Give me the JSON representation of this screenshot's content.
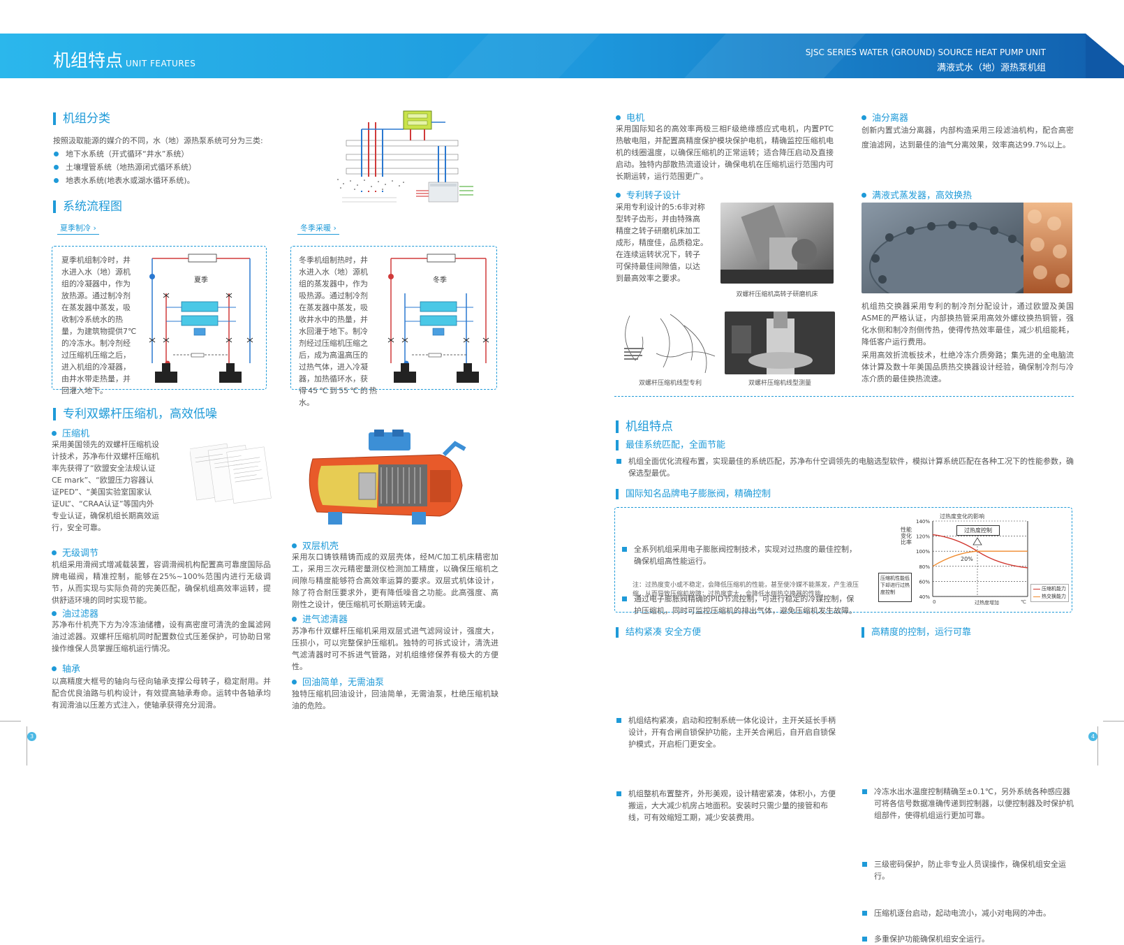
{
  "header": {
    "title_cn": "机组特点",
    "title_en": "UNIT FEATURES",
    "series_en": "SJSC SERIES WATER (GROUND) SOURCE HEAT PUMP UNIT",
    "series_cn": "满液式水（地）源热泵机组"
  },
  "classify": {
    "title": "机组分类",
    "intro": "按照汲取能源的媒介的不同，水（地）源热泵系统可分为三类:",
    "items": [
      "地下水系统（开式循环“井水”系统）",
      "土壤埋管系统（地热源闭式循环系统）",
      "地表水系统(地表水或湖水循环系统)。"
    ]
  },
  "flow": {
    "title": "系统流程图",
    "summer_tag": "夏季制冷",
    "winter_tag": "冬季采暖",
    "summer_lines": [
      "夏季机组制冷时，井",
      "水进入水（地）源机",
      "组的冷凝器中，作为",
      "放热源。通过制冷剂",
      "在蒸发器中蒸发，吸",
      "收制冷系统水的热",
      "量，为建筑物提供7℃",
      "的冷冻水。制冷剂经",
      "过压缩机压缩之后，",
      "进入机组的冷凝器，",
      "由井水带走热量，并",
      "回灌入地下。"
    ],
    "winter_lines": [
      "冬季机组制热时，井",
      "水进入水（地）源机",
      "组的蒸发器中，作为",
      "吸热源。通过制冷剂",
      "在蒸发器中蒸发，吸",
      "收井水中的热量，并",
      "水回灌于地下。制冷",
      "剂经过压缩机压缩之",
      "后，成为高温高压的",
      "过热气体，进入冷凝",
      "器，加热循环水，获",
      "得45℃到55℃的热水。"
    ],
    "summer_label": "夏季",
    "winter_label": "冬季"
  },
  "compressor": {
    "title": "专利双螺杆压缩机，高效低噪",
    "s1_title": "压缩机",
    "s1_lines": [
      "采用美国领先的双螺杆压缩机设",
      "计技术，苏净布什双螺杆压缩机",
      "率先获得了“欧盟安全法规认证",
      "CE mark”、“欧盟压力容器认",
      "证PED”、“美国实验室国家认",
      "证UL”、“CRAA认证”等国内外",
      "专业认证，确保机组长期高效运",
      "行，安全可靠。"
    ],
    "s2_title": "无级调节",
    "s2_text": "机组采用滑阀式增减载装置，容调滑阀机构配置高可靠度国际品牌电磁阀，精准控制，能够在25%~100%范围内进行无级调节，从而实现与实际负荷的完美匹配，确保机组高效率运转，提供舒适环境的同时实现节能。",
    "s3_title": "油过滤器",
    "s3_text": "苏净布什机壳下方为冷冻油储槽，设有高密度可清洗的金属滤网油过滤器。双螺杆压缩机同时配置数位式压差保护，可协助日常操作维保人员掌握压缩机运行情况。",
    "s4_title": "轴承",
    "s4_text": "以高精度大框号的轴向与径向轴承支撑公母转子，稳定耐用。并配合优良油路与机构设计，有效提高轴承寿命。运转中各轴承均有润滑油以压差方式注入，使轴承获得充分润滑。",
    "s5_title": "双层机壳",
    "s5_text": "采用灰口铸铁精铸而成的双层壳体，经M/C加工机床精密加工，采用三次元精密量测仪检测加工精度，以确保压缩机之间隙与精度能够符合高效率运算的要求。双层式机体设计，除了符合耐压要求外，更有降低噪音之功能。此高强度、高刚性之设计，使压缩机可长期运转无虞。",
    "s6_title": "进气滤清器",
    "s6_text": "苏净布什双螺杆压缩机采用双层式进气滤网设计，强度大，压损小，可以完整保护压缩机。独特的可拆式设计，清洗进气滤清器时可不拆进气管路，对机组维修保养有极大的方便性。",
    "s7_title": "回油简单，无需油泵",
    "s7_text": "独特压缩机回油设计，回油简单，无需油泵，杜绝压缩机缺油的危险。"
  },
  "motor": {
    "title": "电机",
    "text": "采用国际知名的高效率两极三相F级绝缘感应式电机，内置PTC热敏电阻，并配置高精度保护模块保护电机，精确监控压缩机电机的线圈温度，以确保压缩机的正常运转；适合降压启动及直接启动。独特内部散热流道设计，确保电机在压缩机运行范围内可长期运转，运行范围更广。"
  },
  "rotor": {
    "title": "专利转子设计",
    "lines": [
      "采用专利设计的5:6非对称",
      "型转子齿形，并由特殊高",
      "精度之转子研磨机床加工",
      "成形，精度佳，品质稳定。",
      "在连续运转状况下，转子",
      "可保持最佳间隙值，以达",
      "到最高效率之要求。"
    ],
    "cap1": "双螺杆压缩机高转子研磨机床",
    "cap2": "双螺杆压缩机线型专利",
    "cap3": "双螺杆压缩机线型测量"
  },
  "oilsep": {
    "title": "油分离器",
    "text": "创新内置式油分离器，内部构造采用三段滤油机构，配合高密度油滤网，达到最佳的油气分离效果，效率高达99.7%以上。"
  },
  "evap": {
    "title": "满液式蒸发器，高效换热",
    "text1": "机组热交换器采用专利的制冷剂分配设计，通过欧盟及美国ASME的严格认证，内部换热管采用高效外螺纹换热铜管，强化水侧和制冷剂侧传热，使得传热效率最佳，减少机组能耗，降低客户运行费用。",
    "text2": "采用高效折流板技术，杜绝冷冻介质旁路；集先进的全电脑流体计算及数十年美国品质热交换器设计经验，确保制冷剂与冷冻介质的最佳换热流速。"
  },
  "features": {
    "title": "机组特点",
    "f1_title": "最佳系统匹配，全面节能",
    "f1_text": "机组全面优化流程布置，实现最佳的系统匹配，苏净布什空调领先的电脑选型软件，模拟计算系统匹配在各种工况下的性能参数，确保选型最优。",
    "f2_title": "国际知名品牌电子膨胀阀，精确控制",
    "f2_i1": "全系列机组采用电子膨胀阀控制技术，实现对过热度的最佳控制，确保机组高性能运行。",
    "f2_i2": "通过电子膨胀阀精确的PID节流控制，可进行稳定的冷媒控制，保护压缩机，同时可监控压缩机的排出气体，避免压缩机发生故障。",
    "f2_note": "注：过热度变小或不稳定，会降低压缩机的性能，甚至使冷媒不能蒸发，产生液压缩，从而导致压缩机故障；过热度变大，会降低水侧热交换器的性能。",
    "f3_title": "结构紧凑 安全方便",
    "f3_i1": "机组结构紧凑，启动和控制系统一体化设计，主开关延长手柄设计，开有合闸自锁保护功能，主开关合闸后，自开启自锁保护模式，开启柜门更安全。",
    "f3_i2": "机组整机布置整齐，外形美观，设计精密紧凑，体积小，方便搬运，大大减少机房占地面积。安装时只需少量的接管和布线，可有效缩短工期，减少安装费用。",
    "f4_title": "高精度的控制，运行可靠",
    "f4_i1": "冷冻水出水温度控制精确至±0.1℃，另外系统各种感应器可将各信号数据准确传递到控制器，以便控制器及时保护机组部件，使得机组运行更加可靠。",
    "f4_i2": "三级密码保护，防止非专业人员误操作，确保机组安全运行。",
    "f4_i3": "压缩机逐台启动，起动电流小，减小对电网的冲击。",
    "f4_i4": "多重保护功能确保机组安全运行。"
  },
  "chart_data": {
    "type": "line",
    "title": "过热度变化的影响",
    "xlabel": "过热度增加",
    "ylabel": "性能变化比率",
    "yticks": [
      "140%",
      "120%",
      "100%",
      "80%",
      "60%",
      "40%"
    ],
    "ylim": [
      40,
      140
    ],
    "x_start": "0",
    "x_end": "℃",
    "callout": "过热度控制",
    "callout_value": "20%",
    "side_note": "压缩机性能低下却进行过热度控制",
    "series": [
      {
        "name": "压缩机能力",
        "color": "#d0342c"
      },
      {
        "name": "热交换能力",
        "color": "#f08a2c"
      }
    ]
  },
  "pages": {
    "left": "3",
    "right": "4"
  },
  "colors": {
    "accent": "#1e9ad8",
    "header_light": "#27b5ea",
    "header_dark": "#1268b3"
  }
}
